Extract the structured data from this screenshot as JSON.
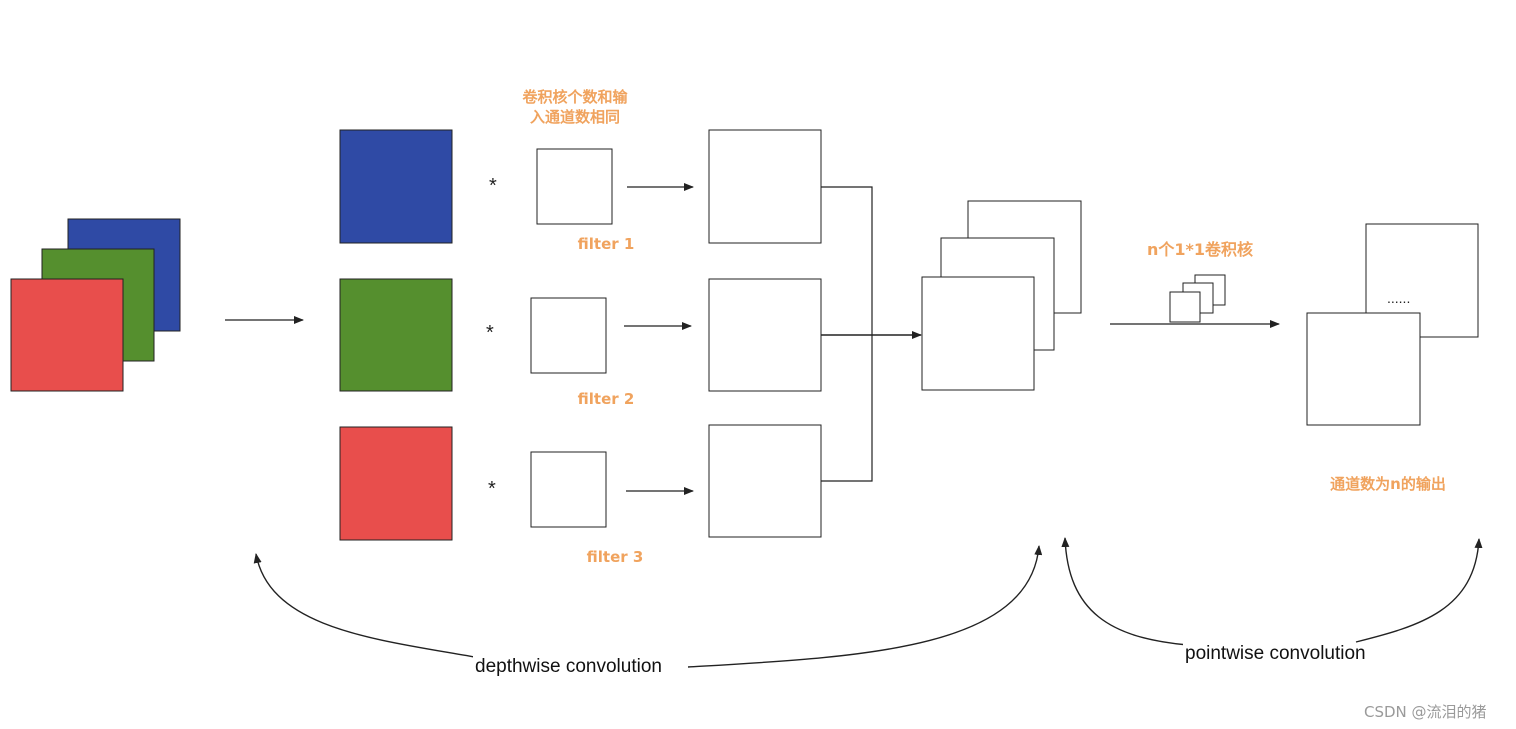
{
  "notes": {
    "kernel_note_line1": "卷积核个数和输",
    "kernel_note_line2": "入通道数相同",
    "filter1": "filter 1",
    "filter2": "filter 2",
    "filter3": "filter 3",
    "pointwise_kernels": "n个1*1卷积核",
    "output_channels": "通道数为n的输出"
  },
  "symbols": {
    "multiply": "*",
    "ellipsis": "......"
  },
  "captions": {
    "depthwise": "depthwise convolution",
    "pointwise": "pointwise convolution"
  },
  "watermark": "CSDN @流泪的猪",
  "colors": {
    "blue": "#2f4aa5",
    "green": "#558f2e",
    "red": "#e84e4c",
    "note_orange": "#f0a35e",
    "stroke": "#222222"
  }
}
